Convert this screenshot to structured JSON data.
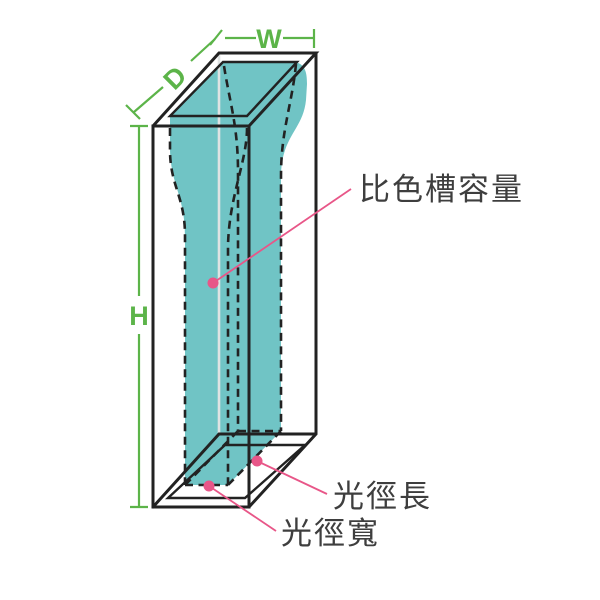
{
  "figure": {
    "dimension_labels": {
      "width": "W",
      "depth": "D",
      "height": "H"
    },
    "annotations": {
      "volume": "比色槽容量",
      "path_length": "光徑長",
      "path_width": "光徑寬"
    }
  },
  "colors": {
    "accent_green": "#5cb449",
    "leader_pink": "#e85688",
    "liquid_teal": "#70c4c5",
    "line_black": "#222222",
    "line_gray": "#dfe3e3",
    "text_gray": "#3e3e3e",
    "background": "#ffffff"
  }
}
